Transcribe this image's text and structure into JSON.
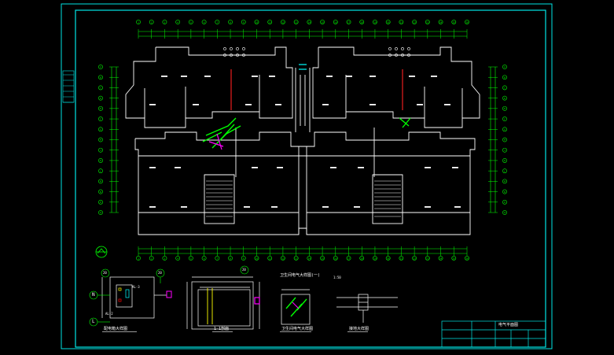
{
  "drawing": {
    "axis_markers_top": [
      "1",
      "2",
      "3",
      "4",
      "5",
      "6",
      "7",
      "8",
      "9",
      "10",
      "11",
      "12",
      "13",
      "14",
      "15",
      "16",
      "17",
      "18",
      "19",
      "20",
      "21",
      "22",
      "23",
      "24",
      "25",
      "26"
    ],
    "axis_markers_left": [
      "A",
      "B",
      "C",
      "D",
      "E",
      "F",
      "G",
      "H",
      "J",
      "K",
      "L",
      "M",
      "N",
      "P",
      "Q"
    ],
    "detail_markers": {
      "n": "N",
      "l": "L",
      "twenty_a": "20",
      "twenty_b": "20",
      "twenty_c": "20"
    },
    "detail_titles": {
      "detail1": "配电箱大样图",
      "detail2": "1-1剖面",
      "detail3": "卫生间电气大样图",
      "detail4": "接地大样图",
      "detail_header": "卫生间电气大样图(一)",
      "scale": "1:50"
    },
    "annotations": {
      "al": "AL-3",
      "al2": "AL-2"
    },
    "title_block": {
      "name": "电气平面图"
    }
  }
}
